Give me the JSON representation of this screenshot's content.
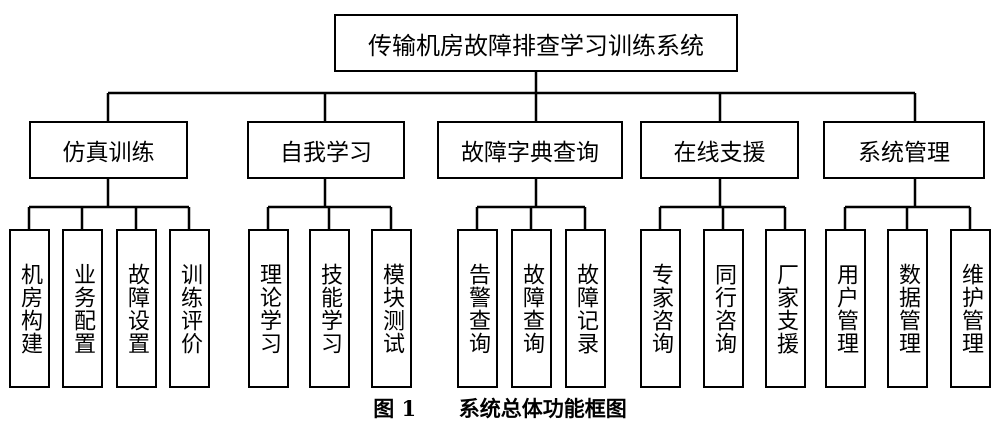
{
  "root": {
    "label": "传输机房故障排查学习训练系统"
  },
  "modules": [
    {
      "label": "仿真训练",
      "children": [
        "机房构建",
        "业务配置",
        "故障设置",
        "训练评价"
      ]
    },
    {
      "label": "自我学习",
      "children": [
        "理论学习",
        "技能学习",
        "模块测试"
      ]
    },
    {
      "label": "故障字典查询",
      "children": [
        "告警查询",
        "故障查询",
        "故障记录"
      ]
    },
    {
      "label": "在线支援",
      "children": [
        "专家咨询",
        "同行咨询",
        "厂家支援"
      ]
    },
    {
      "label": "系统管理",
      "children": [
        "用户管理",
        "数据管理",
        "维护管理"
      ]
    }
  ],
  "caption": {
    "figure": "图 1",
    "title": "系统总体功能框图"
  }
}
